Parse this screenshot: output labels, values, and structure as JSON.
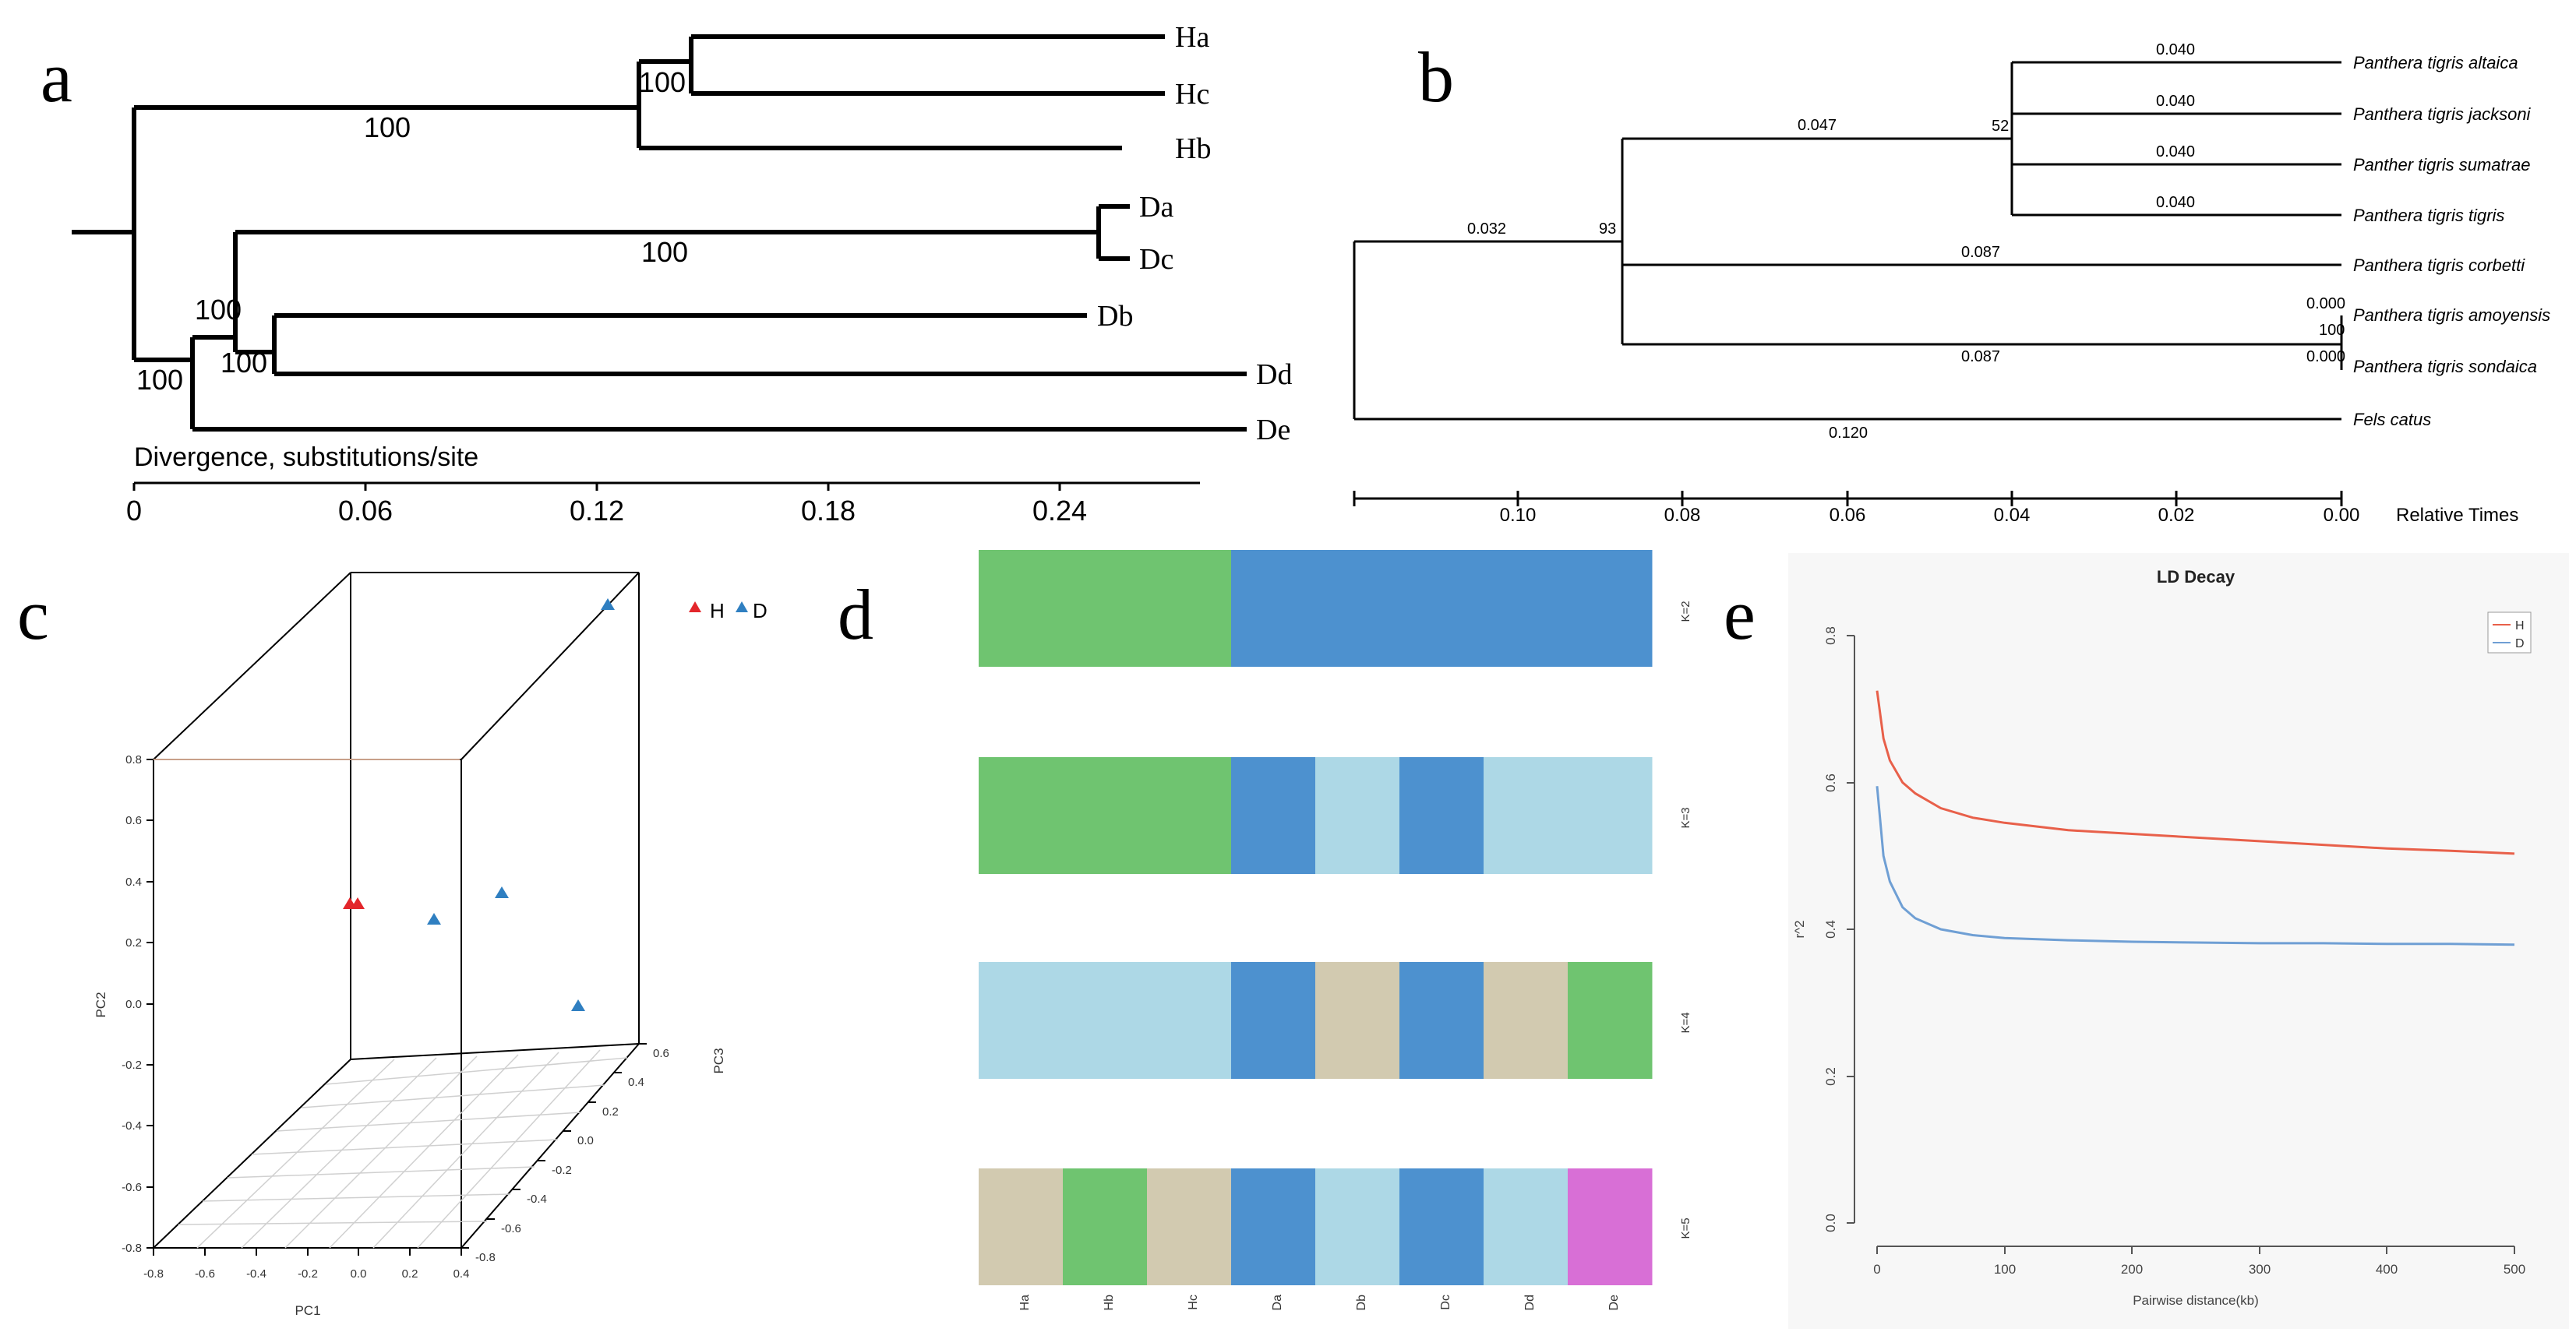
{
  "panels": {
    "a": {
      "letter": "a",
      "axis_title": "Divergence, substitutions/site",
      "ticks": [
        "0",
        "0.06",
        "0.12",
        "0.18",
        "0.24"
      ],
      "tips": [
        "Ha",
        "Hc",
        "Hb",
        "Da",
        "Dc",
        "Db",
        "Dd",
        "De"
      ],
      "bootstrap": [
        "100",
        "100",
        "100",
        "100",
        "100",
        "100"
      ]
    },
    "b": {
      "letter": "b",
      "axis_title": "Relative Times",
      "ticks": [
        "0.10",
        "0.08",
        "0.06",
        "0.04",
        "0.02",
        "0.00"
      ],
      "tips": [
        "Panthera tigris altaica",
        "Panthera tigris jacksoni",
        "Panther tigris sumatrae",
        "Panthera tigris tigris",
        "Panthera tigris corbetti",
        "Panthera tigris amoyensis",
        "Panthera tigris sondaica",
        "Fels catus"
      ],
      "branch_labels": [
        "0.040",
        "0.040",
        "0.040",
        "0.040",
        "0.047",
        "0.087",
        "0.000",
        "0.000",
        "0.087",
        "0.032",
        "0.120"
      ],
      "node_labels": [
        "52",
        "93",
        "100"
      ]
    },
    "c": {
      "letter": "c",
      "legend": [
        "H",
        "D"
      ],
      "colors": {
        "H": "#e3262b",
        "D": "#2f7fc1"
      },
      "axis_labels": {
        "x": "PC1",
        "y": "PC2",
        "z": "PC3"
      },
      "y_ticks": [
        "0.8",
        "0.6",
        "0.4",
        "0.2",
        "0.0",
        "-0.2",
        "-0.4",
        "-0.6",
        "-0.8"
      ],
      "x_ticks": [
        "-0.8",
        "-0.6",
        "-0.4",
        "-0.2",
        "0.0",
        "0.2",
        "0.4"
      ],
      "z_ticks": [
        "0.6",
        "0.4",
        "0.2",
        "0.0",
        "-0.2",
        "-0.4",
        "-0.6",
        "-0.8"
      ]
    },
    "d": {
      "letter": "d",
      "samples": [
        "Ha",
        "Hb",
        "Hc",
        "Da",
        "Db",
        "Dc",
        "Dd",
        "De"
      ],
      "palette": {
        "green": "#6fc470",
        "blue": "#4d91cf",
        "lightblue": "#add8e6",
        "tan": "#d2cab0",
        "magenta": "#d86fd6"
      },
      "rows": [
        {
          "label": "K=2",
          "segments": [
            "green",
            "green",
            "green",
            "blue",
            "blue",
            "blue",
            "blue",
            "blue"
          ]
        },
        {
          "label": "K=3",
          "segments": [
            "green",
            "green",
            "green",
            "blue",
            "lightblue",
            "blue",
            "lightblue",
            "lightblue"
          ]
        },
        {
          "label": "K=4",
          "segments": [
            "lightblue",
            "lightblue",
            "lightblue",
            "blue",
            "tan",
            "blue",
            "tan",
            "green"
          ]
        },
        {
          "label": "K=5",
          "segments": [
            "tan",
            "green",
            "tan",
            "blue",
            "lightblue",
            "blue",
            "lightblue",
            "magenta"
          ]
        }
      ]
    },
    "e": {
      "letter": "e"
    }
  },
  "chart_data": [
    {
      "type": "line",
      "title": "LD Decay",
      "xlabel": "Pairwise distance(kb)",
      "ylabel": "r^2",
      "xlim": [
        0,
        500
      ],
      "ylim": [
        0,
        0.8
      ],
      "x_ticks": [
        "0",
        "100",
        "200",
        "300",
        "400",
        "500"
      ],
      "y_ticks": [
        "0.0",
        "0.2",
        "0.4",
        "0.6",
        "0.8"
      ],
      "legend_position": "top-right",
      "x": [
        0,
        5,
        10,
        20,
        30,
        50,
        75,
        100,
        150,
        200,
        250,
        300,
        350,
        400,
        450,
        500
      ],
      "series": [
        {
          "name": "H",
          "color": "#e8604a",
          "values": [
            0.725,
            0.66,
            0.63,
            0.6,
            0.585,
            0.565,
            0.552,
            0.545,
            0.535,
            0.53,
            0.525,
            0.52,
            0.515,
            0.51,
            0.507,
            0.503
          ]
        },
        {
          "name": "D",
          "color": "#6f9fd4",
          "values": [
            0.595,
            0.5,
            0.465,
            0.43,
            0.415,
            0.4,
            0.392,
            0.388,
            0.385,
            0.383,
            0.382,
            0.381,
            0.381,
            0.38,
            0.38,
            0.379
          ]
        }
      ]
    }
  ]
}
